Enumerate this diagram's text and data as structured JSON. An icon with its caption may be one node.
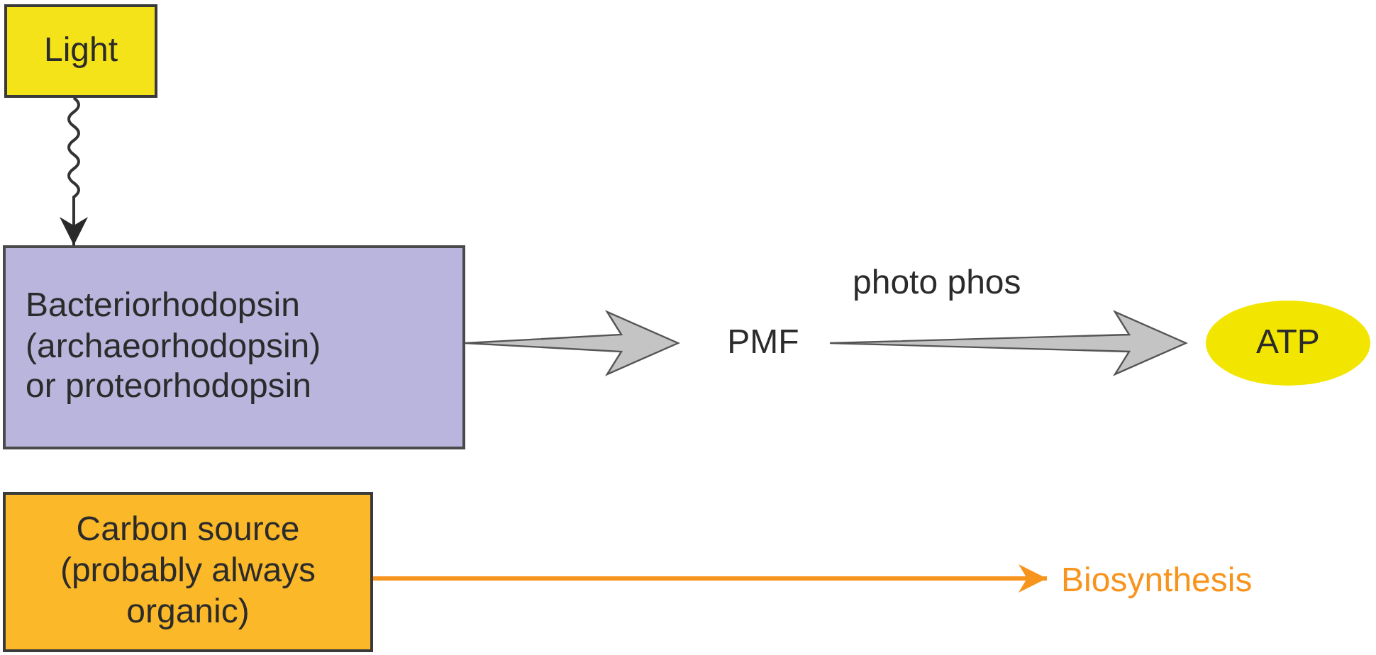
{
  "diagram": {
    "nodes": [
      {
        "text": [
          "Light"
        ]
      },
      {
        "text": [
          "Bacteriorhodopsin (archaeorhodopsin) or proteorhodopsin"
        ]
      },
      {
        "text": [
          "PMF"
        ]
      },
      {
        "text": [
          "ATP"
        ]
      },
      {
        "text": [
          "Carbon source (probably always organic)"
        ]
      },
      {
        "text": [
          "Biosynthesis"
        ]
      }
    ],
    "edges": [
      {
        "from": 0,
        "to": 1,
        "arrow": "to"
      },
      {
        "from": 1,
        "to": 2,
        "arrow": "to",
        "style": "thick"
      },
      {
        "from": 2,
        "to": 3,
        "arrow": "to",
        "style": "thick",
        "label": "photo phos"
      },
      {
        "from": 4,
        "to": 5,
        "arrow": "to",
        "color": "#f7941d"
      }
    ]
  }
}
